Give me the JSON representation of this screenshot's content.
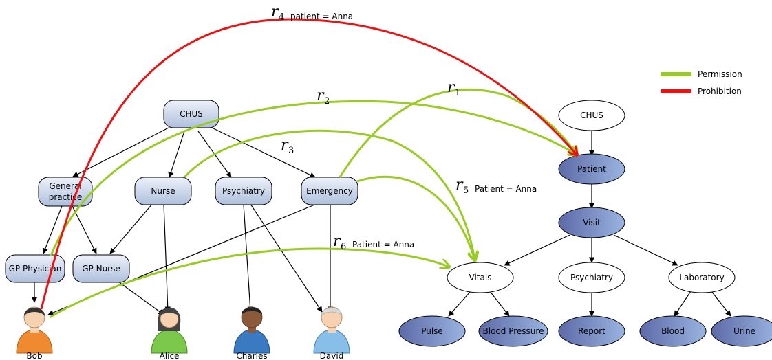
{
  "legend": {
    "permission": "Permission",
    "prohibition": "Prohibition",
    "permission_color": "#99cc22",
    "prohibition_color": "#ee1111"
  },
  "org_tree": {
    "root": "CHUS",
    "general_practice_line1": "General",
    "general_practice_line2": "practice",
    "nurse": "Nurse",
    "psychiatry": "Psychiatry",
    "emergency": "Emergency",
    "gp_physician": "GP Physician",
    "gp_nurse": "GP Nurse"
  },
  "people": {
    "bob": "Bob",
    "alice": "Alice",
    "charles": "Charles",
    "david": "David"
  },
  "record_tree": {
    "root": "CHUS",
    "patient": "Patient",
    "visit": "Visit",
    "vitals": "Vitals",
    "psychiatry": "Psychiatry",
    "laboratory": "Laboratory",
    "pulse": "Pulse",
    "blood_pressure": "Blood Pressure",
    "report": "Report",
    "blood": "Blood",
    "urine": "Urine"
  },
  "rules": {
    "r1": {
      "base": "r",
      "index": "1",
      "condition": ""
    },
    "r2": {
      "base": "r",
      "index": "2",
      "condition": ""
    },
    "r3": {
      "base": "r",
      "index": "3",
      "condition": ""
    },
    "r4": {
      "base": "r",
      "index": "4",
      "condition": "patient = Anna"
    },
    "r5": {
      "base": "r",
      "index": "5",
      "condition": "Patient = Anna"
    },
    "r6": {
      "base": "r",
      "index": "6",
      "condition": "Patient = Anna"
    }
  }
}
